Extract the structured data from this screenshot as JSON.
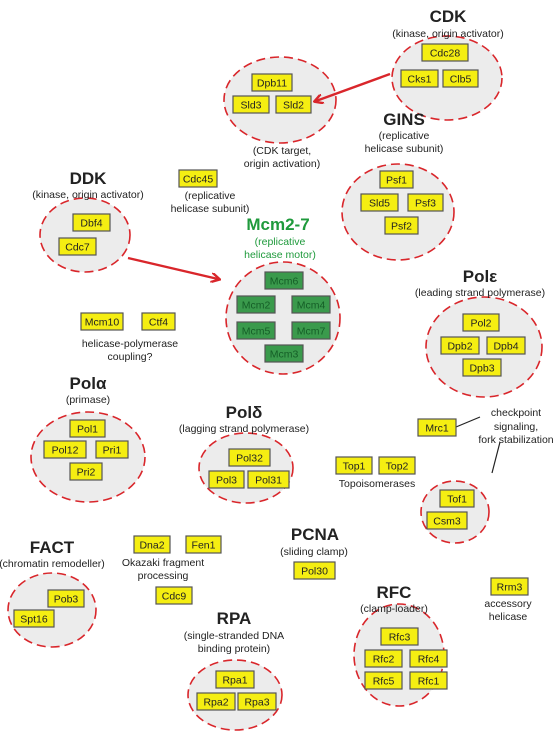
{
  "colors": {
    "protein_fill": "#f5ee12",
    "mcm_fill": "#3a9a4c",
    "mcm_text": "#1f9a3c",
    "dash_red": "#d9262b",
    "cluster_fill": "#ececec"
  },
  "groups": {
    "cdk": {
      "title": "CDK",
      "subtitle": "(kinase, origin activator)"
    },
    "gins": {
      "title": "GINS",
      "subtitle": [
        "(replicative",
        "helicase subunit)"
      ]
    },
    "ddk": {
      "title": "DDK",
      "subtitle": "(kinase, origin activator)"
    },
    "mcm": {
      "title": "Mcm2-7",
      "subtitle": [
        "(replicative",
        "helicase motor)"
      ]
    },
    "pole": {
      "title": "Polε",
      "subtitle": "(leading strand polymerase)"
    },
    "pola": {
      "title": "Polα",
      "subtitle": "(primase)"
    },
    "pold": {
      "title": "Polδ",
      "subtitle": "(lagging strand polymerase)"
    },
    "fact": {
      "title": "FACT",
      "subtitle": "(chromatin remodeller)"
    },
    "pcna": {
      "title": "PCNA",
      "subtitle": "(sliding clamp)"
    },
    "rfc": {
      "title": "RFC",
      "subtitle": "(clamp-loader)"
    },
    "rpa": {
      "title": "RPA",
      "subtitle": [
        "(single-stranded DNA",
        "binding protein)"
      ]
    }
  },
  "notes": {
    "cdk_target": [
      "(CDK target,",
      "origin activation)"
    ],
    "cdc45": [
      "(replicative",
      "helicase subunit)"
    ],
    "coupling": [
      "helicase-polymerase",
      "coupling?"
    ],
    "checkpoint": [
      "checkpoint",
      "signaling,",
      "fork stabilization"
    ],
    "topo": "Topoisomerases",
    "okazaki": [
      "Okazaki fragment",
      "processing"
    ],
    "accessory": [
      "accessory",
      "helicase"
    ]
  },
  "proteins": {
    "cdc28": "Cdc28",
    "cks1": "Cks1",
    "clb5": "Clb5",
    "dpb11": "Dpb11",
    "sld3": "Sld3",
    "sld2": "Sld2",
    "psf1": "Psf1",
    "sld5": "Sld5",
    "psf3": "Psf3",
    "psf2": "Psf2",
    "cdc45": "Cdc45",
    "dbf4": "Dbf4",
    "cdc7": "Cdc7",
    "mcm6": "Mcm6",
    "mcm2": "Mcm2",
    "mcm4": "Mcm4",
    "mcm5": "Mcm5",
    "mcm7": "Mcm7",
    "mcm3": "Mcm3",
    "mcm10": "Mcm10",
    "ctf4": "Ctf4",
    "pol2": "Pol2",
    "dpb2": "Dpb2",
    "dpb4": "Dpb4",
    "dpb3": "Dpb3",
    "pol1": "Pol1",
    "pol12": "Pol12",
    "pri1": "Pri1",
    "pri2": "Pri2",
    "pol32": "Pol32",
    "pol3": "Pol3",
    "pol31": "Pol31",
    "mrc1": "Mrc1",
    "top1": "Top1",
    "top2": "Top2",
    "tof1": "Tof1",
    "csm3": "Csm3",
    "dna2": "Dna2",
    "fen1": "Fen1",
    "cdc9": "Cdc9",
    "pol30": "Pol30",
    "pob3": "Pob3",
    "spt16": "Spt16",
    "rrm3": "Rrm3",
    "rfc3": "Rfc3",
    "rfc2": "Rfc2",
    "rfc4": "Rfc4",
    "rfc5": "Rfc5",
    "rfc1": "Rfc1",
    "rpa1": "Rpa1",
    "rpa2": "Rpa2",
    "rpa3": "Rpa3"
  }
}
